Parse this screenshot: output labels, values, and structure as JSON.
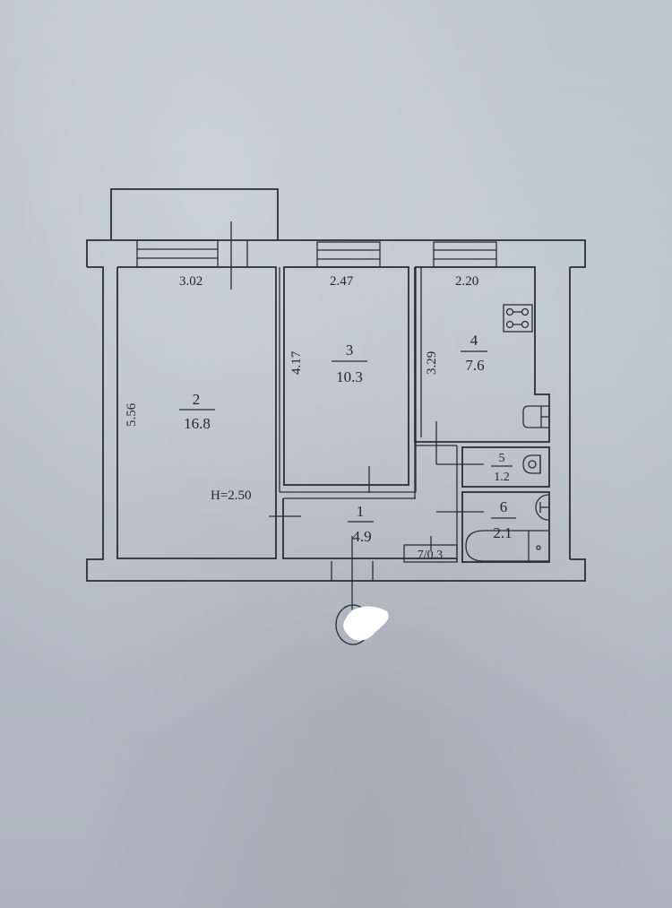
{
  "plan": {
    "ceiling_height": "H=2.50",
    "rooms": [
      {
        "id": "1",
        "number": "1",
        "area": "4.9",
        "type": "hallway"
      },
      {
        "id": "2",
        "number": "2",
        "area": "16.8",
        "type": "living-room",
        "width": "3.02",
        "length": "5.56"
      },
      {
        "id": "3",
        "number": "3",
        "area": "10.3",
        "type": "bedroom",
        "width": "2.47",
        "length": "4.17"
      },
      {
        "id": "4",
        "number": "4",
        "area": "7.6",
        "type": "kitchen",
        "width": "2.20",
        "length": "3.29"
      },
      {
        "id": "5",
        "number": "5",
        "area": "1.2",
        "type": "toilet"
      },
      {
        "id": "6",
        "number": "6",
        "area": "2.1",
        "type": "bathroom"
      },
      {
        "id": "7",
        "label": "7/0.3",
        "type": "closet"
      }
    ],
    "dimensions": {
      "room2_width": "3.02",
      "room2_length": "5.56",
      "room3_width": "2.47",
      "room3_length": "4.17",
      "room4_width": "2.20",
      "room4_length": "3.29"
    },
    "colors": {
      "paper": "#b9c0c9",
      "ink": "#2b2e33",
      "redaction": "#ffffff"
    }
  }
}
